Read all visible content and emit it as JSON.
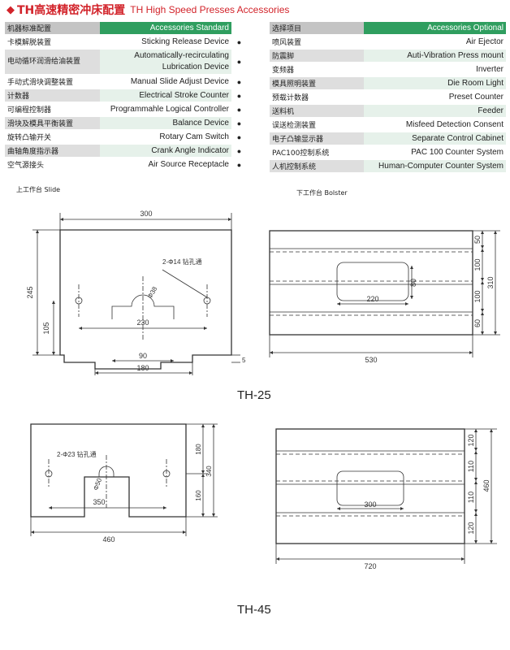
{
  "title": {
    "cn": "TH高速精密冲床配置",
    "en": "TH High Speed Presses Accessories"
  },
  "standard": {
    "header_cn": "机器标准配置",
    "header_en": "Accessories Standard",
    "rows": [
      {
        "cn": "卡模解脱装置",
        "en": "Sticking Release Device"
      },
      {
        "cn": "电动循环润滑给油装置",
        "en": "Automatically-recirculating Lubrication Device"
      },
      {
        "cn": "手动式滑块调整装置",
        "en": "Manual Slide Adjust Device"
      },
      {
        "cn": "计数器",
        "en": "Electrical Stroke Counter"
      },
      {
        "cn": "可编程控制器",
        "en": "Programmahle Logical Controller"
      },
      {
        "cn": "滑块及模具平衡装置",
        "en": "Balance Device"
      },
      {
        "cn": "旋转凸输开关",
        "en": "Rotary Cam Switch"
      },
      {
        "cn": "曲轴角度指示器",
        "en": "Crank Angle Indicator"
      },
      {
        "cn": "空气源接头",
        "en": "Air Source Receptacle"
      }
    ]
  },
  "optional": {
    "header_cn": "选择项目",
    "header_en": "Accessories Optional",
    "rows": [
      {
        "cn": "喷风装置",
        "en": "Air Ejector"
      },
      {
        "cn": "防震脚",
        "en": "Auti-Vibration Press mount"
      },
      {
        "cn": "变频器",
        "en": "Inverter"
      },
      {
        "cn": "模具照明装置",
        "en": "Die Room Light"
      },
      {
        "cn": "预载计数器",
        "en": "Preset Counter"
      },
      {
        "cn": "送料机",
        "en": "Feeder"
      },
      {
        "cn": "误送检测装置",
        "en": "Misfeed Detection Consent"
      },
      {
        "cn": "电子凸输显示器",
        "en": "Separate Control Cabinet"
      },
      {
        "cn": "PAC100控制系统",
        "en": "PAC 100 Counter System"
      },
      {
        "cn": "人机控制系统",
        "en": "Human-Computer Counter System"
      }
    ]
  },
  "captions": {
    "slide": "上工作台 Slide",
    "bolster": "下工作台 Bolster"
  },
  "models": {
    "th25": "TH-25",
    "th45": "TH-45"
  },
  "th25_slide": {
    "width": "300",
    "height": "245",
    "bottom": "105",
    "holes": "2-Φ14 钻孔通",
    "dia": "Φ38",
    "inner": "230",
    "slot": "90",
    "tab": "180",
    "step": "5"
  },
  "th25_bolster": {
    "width": "530",
    "top": "50",
    "mid1": "100",
    "mid2": "100",
    "bottom": "60",
    "overall": "310",
    "hole_w": "220",
    "hole_h": "80"
  },
  "th45_slide": {
    "holes": "2-Φ23 钻孔通",
    "dia": "Φ50",
    "inner": "350",
    "width": "460",
    "top": "180",
    "bottom": "160",
    "overall": "340"
  },
  "th45_bolster": {
    "top": "120",
    "mid1": "110",
    "mid2": "110",
    "bottom": "120",
    "overall": "460",
    "hole_w": "300",
    "width": "720"
  }
}
